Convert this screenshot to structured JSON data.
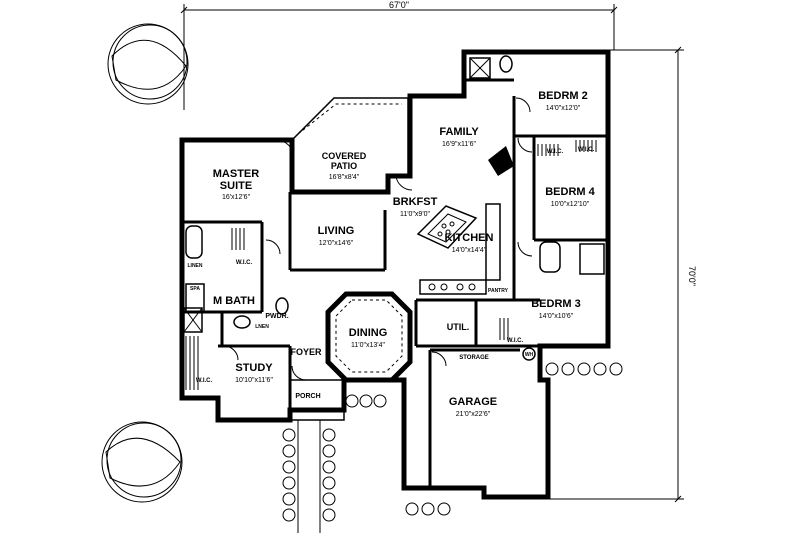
{
  "overall": {
    "width_dim": "67'0\"",
    "depth_dim": "70'0\""
  },
  "rooms": {
    "family": {
      "name": "FAMILY",
      "size": "16'9\"x11'6\""
    },
    "bedrm2": {
      "name": "BEDRM 2",
      "size": "14'0\"x12'0\""
    },
    "patio": {
      "name1": "COVERED",
      "name2": "PATIO",
      "size": "16'8\"x8'4\""
    },
    "master": {
      "name1": "MASTER",
      "name2": "SUITE",
      "size": "16'x12'6\""
    },
    "bedrm4": {
      "name": "BEDRM 4",
      "size": "10'0\"x12'10\""
    },
    "brkfst": {
      "name": "BRKFST",
      "size": "11'0\"x9'0\""
    },
    "living": {
      "name": "LIVING",
      "size": "12'0\"x14'6\""
    },
    "kitchen": {
      "name": "KITCHEN",
      "size": "14'0\"x14'4\""
    },
    "mbath": {
      "name": "M BATH"
    },
    "bedrm3": {
      "name": "BEDRM 3",
      "size": "14'0\"x10'6\""
    },
    "dining": {
      "name": "DINING",
      "size": "11'0\"x13'4\""
    },
    "util": {
      "name": "UTIL."
    },
    "study": {
      "name": "STUDY",
      "size": "10'10\"x11'6\""
    },
    "foyer": {
      "name": "FOYER"
    },
    "garage": {
      "name": "GARAGE",
      "size": "21'0\"x22'6\""
    },
    "porch": {
      "name": "PORCH"
    }
  },
  "labels": {
    "wic": "W.I.C.",
    "linen": "LINEN",
    "pwdr": "PWDR.",
    "lnen": "LNEN",
    "pantry": "PANTRY",
    "storage": "STORAGE",
    "spa": "SPA",
    "wh": "WH"
  }
}
